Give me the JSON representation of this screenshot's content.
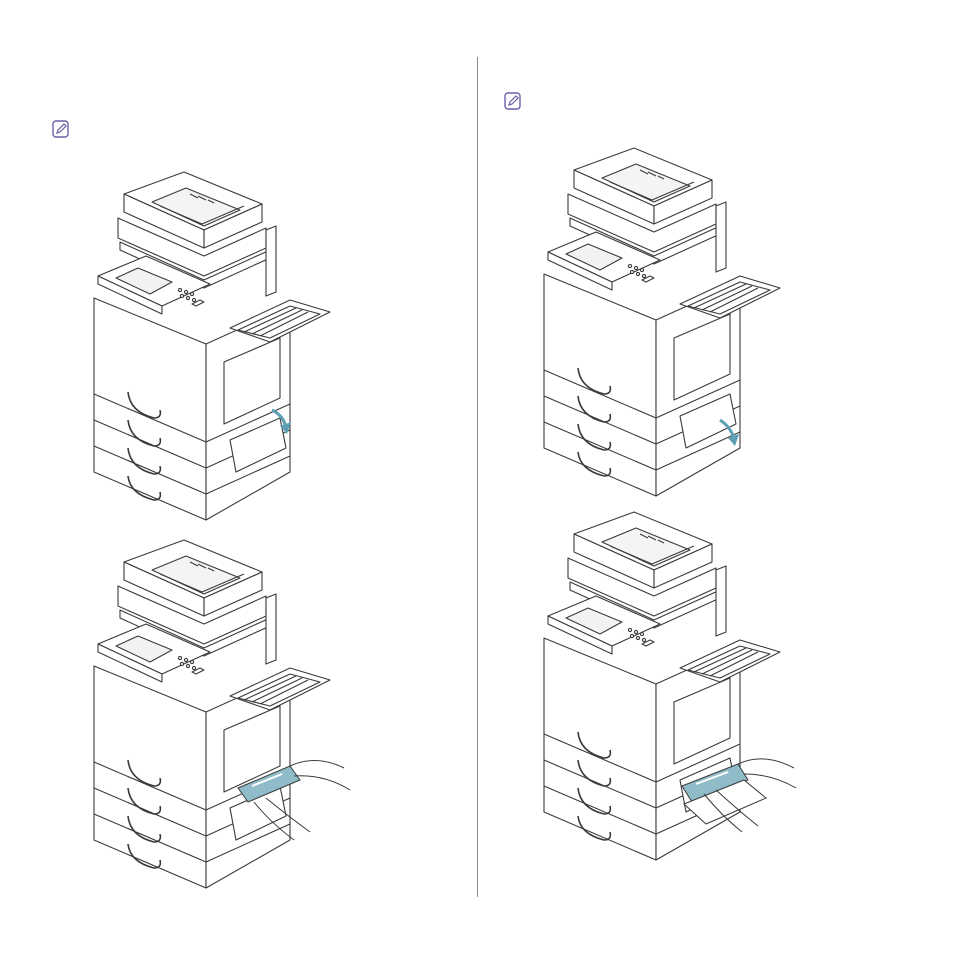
{
  "page": {
    "note_icon_name": "note-pencil-icon",
    "accent_color": "#6f5fa8",
    "line_color": "#3a3a3a",
    "paper_highlight_color": "#8fbcc8"
  },
  "left_column": {
    "note_icon": "note-pencil-icon",
    "figures": [
      {
        "id": "fig-left-top",
        "depicts": "printer-side-cover-open-arrow"
      },
      {
        "id": "fig-left-bottom",
        "depicts": "printer-remove-jammed-paper"
      }
    ]
  },
  "right_column": {
    "note_icon": "note-pencil-icon",
    "figures": [
      {
        "id": "fig-right-top",
        "depicts": "printer-lower-cover-open-arrow"
      },
      {
        "id": "fig-right-bottom",
        "depicts": "printer-remove-jammed-paper-lower"
      }
    ]
  }
}
